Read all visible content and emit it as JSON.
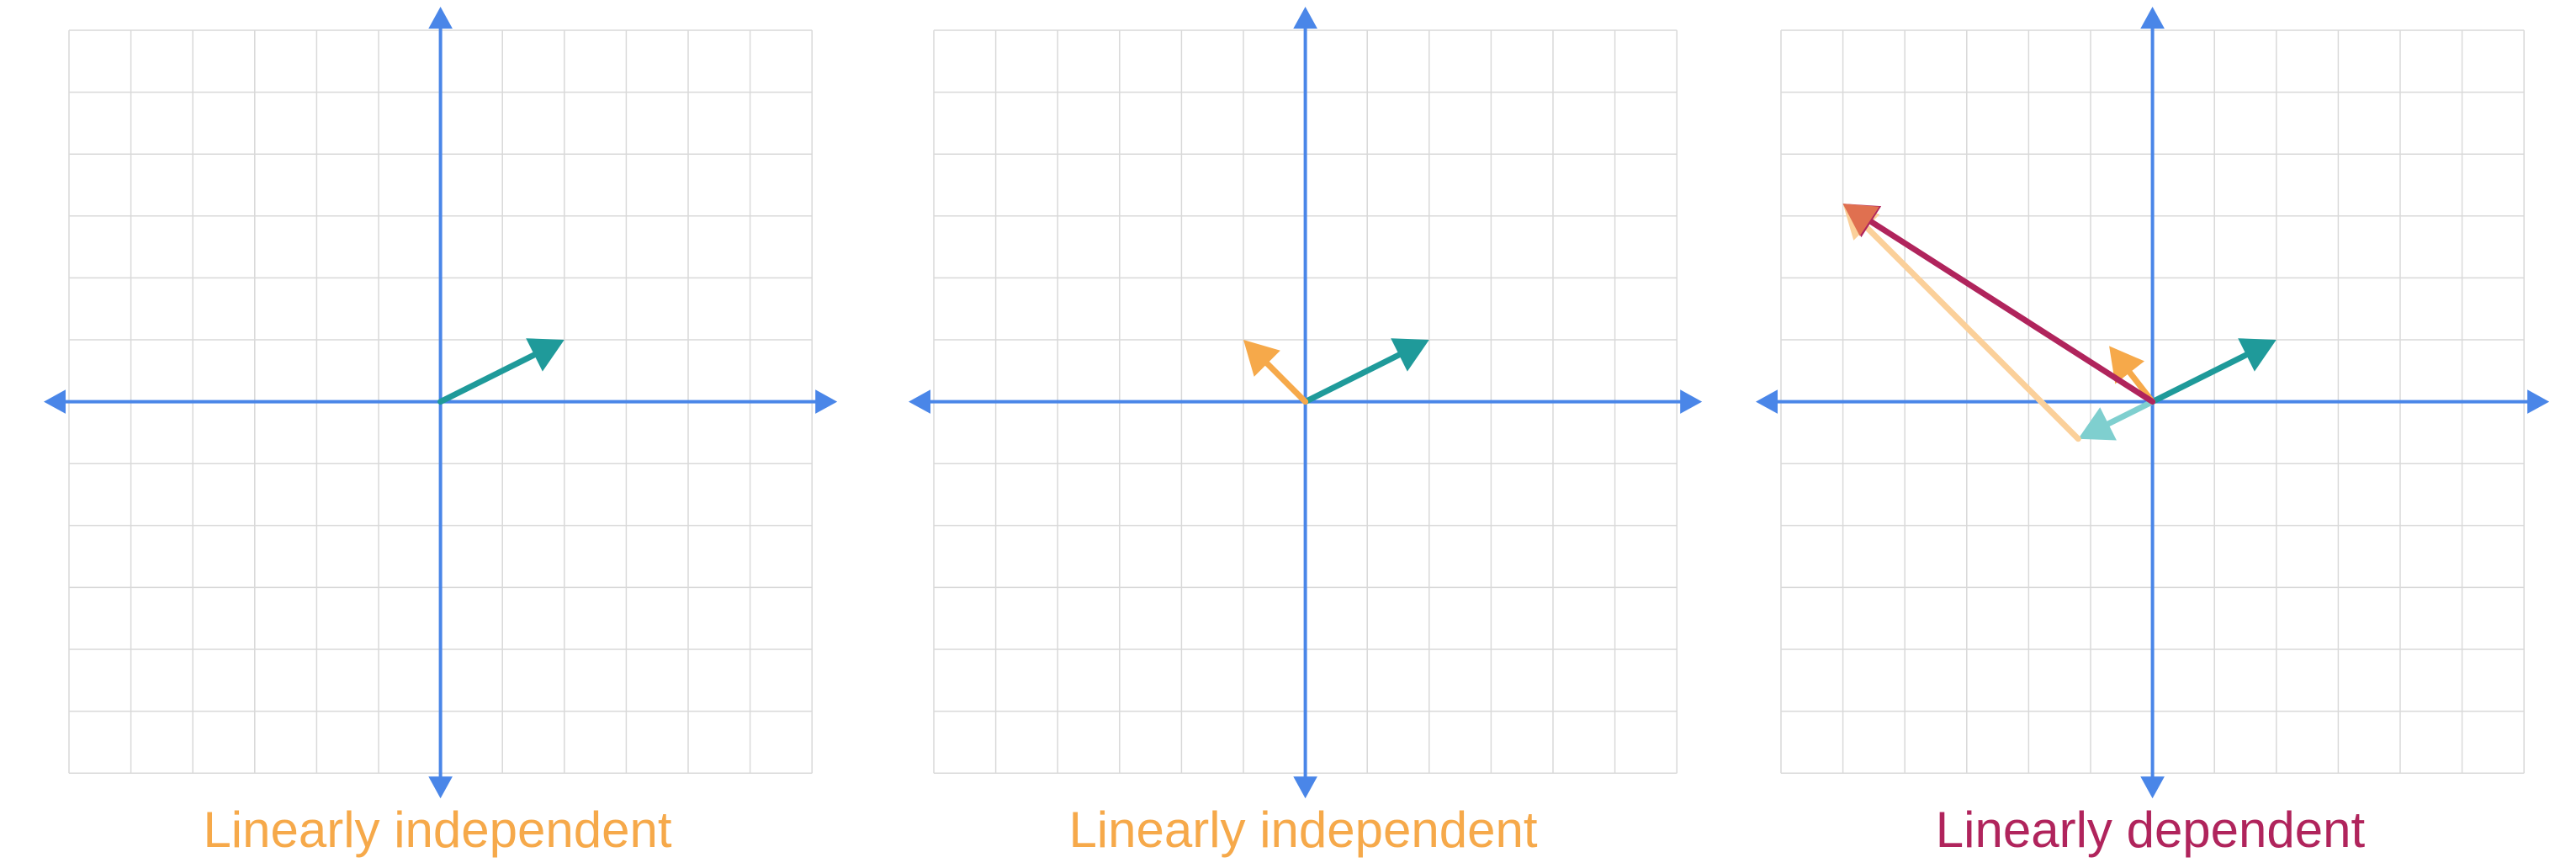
{
  "colors": {
    "grid": "#d9d9d9",
    "axis": "#4a86e8",
    "teal": "#1f9a9a",
    "orange": "#f6a94a",
    "crimson": "#b0245c",
    "light_orange": "#fbd09a",
    "light_teal": "#7fcfcf",
    "salmon": "#e07050"
  },
  "panels": [
    {
      "caption": "Linearly independent",
      "caption_color": "#f6a94a",
      "vectors": [
        {
          "name": "v",
          "tail": [
            0,
            0
          ],
          "head": [
            2,
            1
          ],
          "color": "#1f9a9a"
        }
      ]
    },
    {
      "caption": "Linearly independent",
      "caption_color": "#f6a94a",
      "vectors": [
        {
          "name": "v",
          "tail": [
            0,
            0
          ],
          "head": [
            2,
            1
          ],
          "color": "#1f9a9a"
        },
        {
          "name": "w",
          "tail": [
            0,
            0
          ],
          "head": [
            -1,
            1
          ],
          "color": "#f6a94a"
        }
      ]
    },
    {
      "caption": "Linearly dependent",
      "caption_color": "#b0245c",
      "vectors": [
        {
          "name": "v",
          "tail": [
            0,
            0
          ],
          "head": [
            2,
            1
          ],
          "color": "#1f9a9a"
        },
        {
          "name": "w",
          "tail": [
            0,
            0
          ],
          "head": [
            -0.7,
            0.9
          ],
          "color": "#f6a94a"
        },
        {
          "name": "neg-v-scaled",
          "tail": [
            0,
            0
          ],
          "head": [
            -1.2,
            -0.6
          ],
          "color": "#7fcfcf"
        },
        {
          "name": "w-scaled",
          "tail": [
            -1.2,
            -0.6
          ],
          "head": [
            -5,
            3.2
          ],
          "color": "#fbd09a"
        },
        {
          "name": "sum",
          "tail": [
            0,
            0
          ],
          "head": [
            -5,
            3.2
          ],
          "color": "#b0245c"
        },
        {
          "name": "sum-tip",
          "tail": [
            -4.7,
            3.0
          ],
          "head": [
            -5,
            3.2
          ],
          "color": "#e07050"
        }
      ]
    }
  ]
}
